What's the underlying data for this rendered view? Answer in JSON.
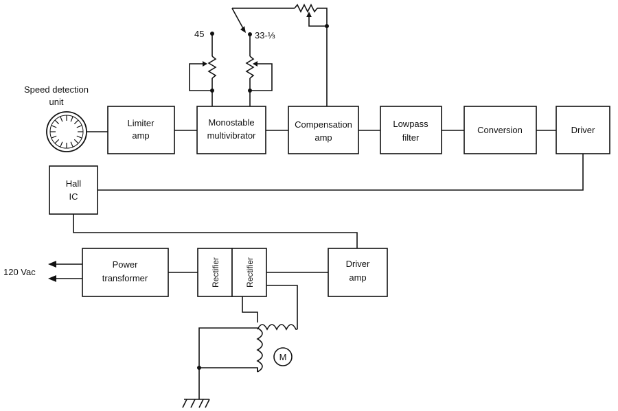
{
  "speed_unit": {
    "line1": "Speed detection",
    "line2": "unit"
  },
  "blocks": {
    "limiter": [
      "Limiter",
      "amp"
    ],
    "monostable": [
      "Monostable",
      "multivibrator"
    ],
    "compensation": [
      "Compensation",
      "amp"
    ],
    "lowpass": [
      "Lowpass",
      "filter"
    ],
    "conversion": [
      "Conversion"
    ],
    "driver": [
      "Driver"
    ],
    "hall": [
      "Hall",
      "IC"
    ],
    "power": [
      "Power",
      "transformer"
    ],
    "rectifier1": [
      "Rectifier"
    ],
    "rectifier2": [
      "Rectifier"
    ],
    "driver_amp": [
      "Driver",
      "amp"
    ]
  },
  "labels": {
    "speed_45": "45",
    "speed_33": "33-⅓",
    "ac_input": "120 Vac",
    "motor": "M"
  }
}
